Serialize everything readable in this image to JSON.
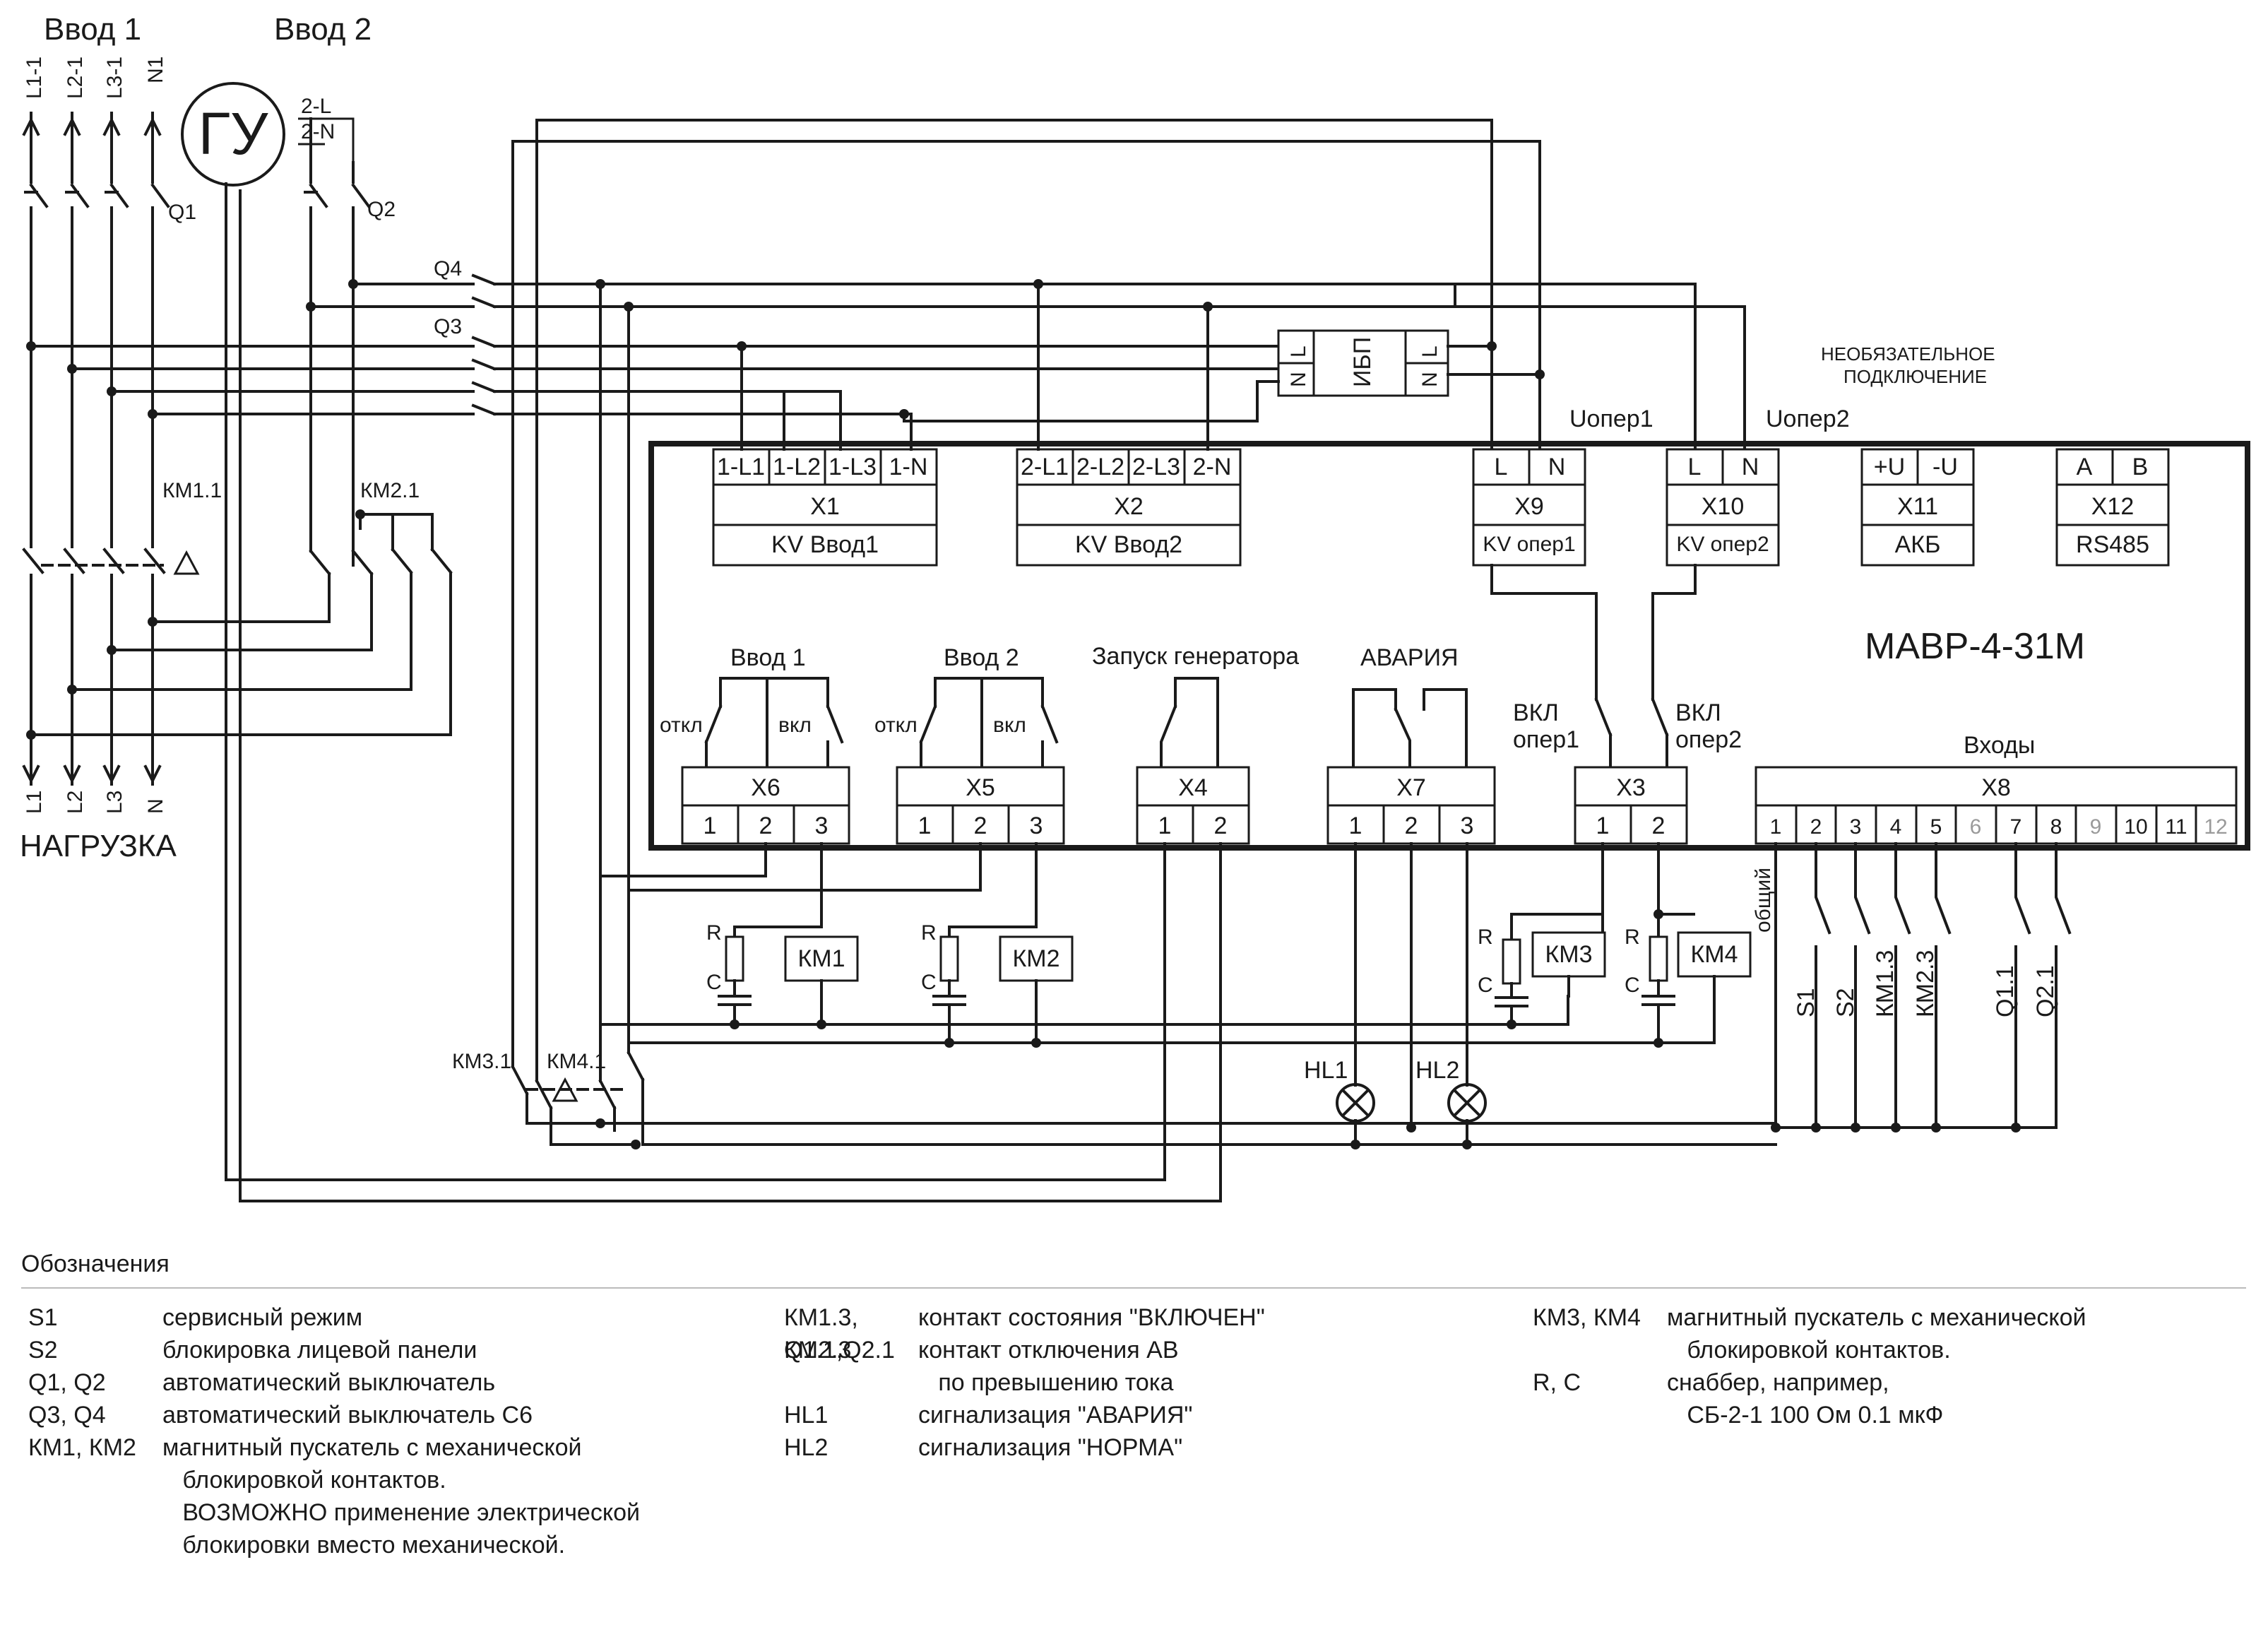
{
  "inputs": {
    "input1": "Ввод 1",
    "input2": "Ввод 2"
  },
  "generator": {
    "symbol": "ГУ",
    "l": "2-L",
    "n": "2-N"
  },
  "phases_in": [
    "L1-1",
    "L2-1",
    "L3-1",
    "N1"
  ],
  "phases_out": [
    "L1",
    "L2",
    "L3",
    "N"
  ],
  "load_label": "НАГРУЗКА",
  "breakers": {
    "q1": "Q1",
    "q2": "Q2",
    "q3": "Q3",
    "q4": "Q4"
  },
  "contacts": {
    "km11": "КМ1.1",
    "km21": "КМ2.1",
    "km31": "КМ3.1",
    "km41": "КМ4.1"
  },
  "ups": {
    "title": "ИБП",
    "n": "N",
    "l": "L"
  },
  "optional_note": {
    "line1": "НЕОБЯЗАТЕЛЬНОЕ",
    "line2": "ПОДКЛЮЧЕНИЕ"
  },
  "uoper1": "Uопер1",
  "uoper2": "Uопер2",
  "device_title": "МАВР-4-31М",
  "x1": {
    "pins": [
      "1-L1",
      "1-L2",
      "1-L3",
      "1-N"
    ],
    "name": "X1",
    "func": "KV Ввод1"
  },
  "x2": {
    "pins": [
      "2-L1",
      "2-L2",
      "2-L3",
      "2-N"
    ],
    "name": "X2",
    "func": "KV Ввод2"
  },
  "x9": {
    "pins": [
      "L",
      "N"
    ],
    "name": "X9",
    "func": "KV опер1"
  },
  "x10": {
    "pins": [
      "L",
      "N"
    ],
    "name": "X10",
    "func": "KV опер2"
  },
  "x11": {
    "pins": [
      "+U",
      "-U"
    ],
    "name": "X11",
    "func": "АКБ"
  },
  "x12": {
    "pins": [
      "A",
      "B"
    ],
    "name": "X12",
    "func": "RS485"
  },
  "relays": {
    "vvod1": "Ввод 1",
    "vvod2": "Ввод 2",
    "gen": "Запуск генератора",
    "alarm": "АВАРИЯ",
    "otkl": "откл",
    "vkl": "вкл",
    "vkl_cap": "ВКЛ",
    "oper1": "опер1",
    "oper2": "опер2"
  },
  "x6": {
    "name": "X6",
    "pins": [
      "1",
      "2",
      "3"
    ]
  },
  "x5": {
    "name": "X5",
    "pins": [
      "1",
      "2",
      "3"
    ]
  },
  "x4": {
    "name": "X4",
    "pins": [
      "1",
      "2"
    ]
  },
  "x7": {
    "name": "X7",
    "pins": [
      "1",
      "2",
      "3"
    ]
  },
  "x3": {
    "name": "X3",
    "pins": [
      "1",
      "2"
    ]
  },
  "x8": {
    "title": "Входы",
    "name": "X8",
    "pins": [
      "1",
      "2",
      "3",
      "4",
      "5",
      "6",
      "7",
      "8",
      "9",
      "10",
      "11",
      "12"
    ],
    "common": "общий"
  },
  "inputs_sw": [
    "S1",
    "S2",
    "КМ1.3",
    "КМ2.3",
    "Q1.1",
    "Q2.1"
  ],
  "snubber": {
    "r": "R",
    "c": "C"
  },
  "coils": {
    "km1": "КМ1",
    "km2": "КМ2",
    "km3": "КМ3",
    "km4": "КМ4"
  },
  "lamps": {
    "hl1": "HL1",
    "hl2": "HL2"
  },
  "legend": {
    "title": "Обозначения",
    "col1": [
      {
        "code": "S1",
        "desc": [
          "сервисный режим"
        ]
      },
      {
        "code": "S2",
        "desc": [
          "блокировка лицевой панели"
        ]
      },
      {
        "code": "Q1, Q2",
        "desc": [
          "автоматический выключатель"
        ]
      },
      {
        "code": "Q3, Q4",
        "desc": [
          "автоматический выключатель С6"
        ]
      },
      {
        "code": "КМ1, КМ2",
        "desc": [
          "магнитный пускатель с механической",
          "   блокировкой контактов.",
          "   ВОЗМОЖНО применение электрической",
          "   блокировки вместо механической."
        ]
      }
    ],
    "col2": [
      {
        "code": "КМ1.3,",
        "desc": [
          "контакт состояния \"ВКЛЮЧЕН\""
        ]
      },
      {
        "code": "КМ2.3",
        "desc": [
          ""
        ]
      },
      {
        "code": "Q1.1,Q2.1",
        "desc": [
          "контакт отключения АВ",
          "   по превышению тока"
        ]
      },
      {
        "code": "HL1",
        "desc": [
          "сигнализация \"АВАРИЯ\""
        ]
      },
      {
        "code": "HL2",
        "desc": [
          "сигнализация \"НОРМА\""
        ]
      }
    ],
    "col3": [
      {
        "code": "КМ3, КМ4",
        "desc": [
          "магнитный пускатель с механической",
          "   блокировкой контактов."
        ]
      },
      {
        "code": "R, C",
        "desc": [
          "снаббер, например,",
          "   СБ-2-1 100 Ом 0.1 мкФ"
        ]
      }
    ]
  }
}
